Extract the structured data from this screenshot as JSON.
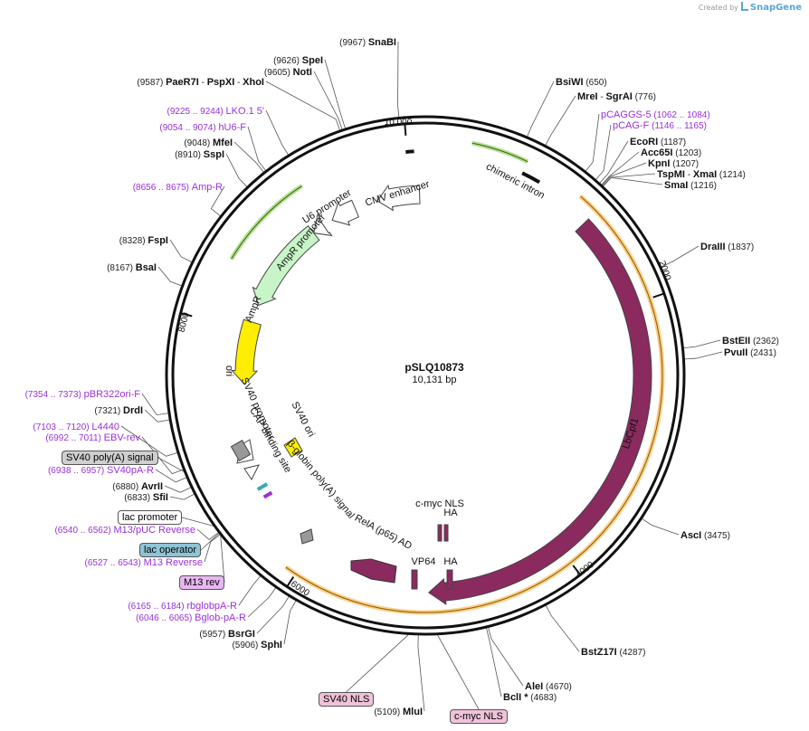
{
  "credit": {
    "created_by": "Created by",
    "brand": "SnapGene"
  },
  "plasmid": {
    "name": "pSLQ10873",
    "size": "10,131 bp",
    "total_bp": 10131
  },
  "ticks": [
    {
      "bp": 2000,
      "label": "2000"
    },
    {
      "bp": 4000,
      "label": "4000"
    },
    {
      "bp": 6000,
      "label": "6000"
    },
    {
      "bp": 8000,
      "label": "8000"
    },
    {
      "bp": 10000,
      "label": "10,000"
    }
  ],
  "right_sites": [
    {
      "parts": [
        {
          "t": "BsiWI",
          "k": "enz"
        },
        {
          "t": " (650)",
          "k": "num"
        }
      ],
      "bp": 650
    },
    {
      "parts": [
        {
          "t": "MreI",
          "k": "enz"
        },
        {
          "t": " - ",
          "k": "num"
        },
        {
          "t": "SgrAI",
          "k": "enz"
        },
        {
          "t": " (776)",
          "k": "num"
        }
      ],
      "bp": 776
    },
    {
      "parts": [
        {
          "t": "pCAGGS-5",
          "k": "primer"
        },
        {
          "t": " (1062 .. 1084)",
          "k": "pnum"
        }
      ],
      "bp": 1073
    },
    {
      "parts": [
        {
          "t": "pCAG-F",
          "k": "primer"
        },
        {
          "t": " (1146 .. 1165)",
          "k": "pnum"
        }
      ],
      "bp": 1155
    },
    {
      "parts": [
        {
          "t": "EcoRI",
          "k": "enz"
        },
        {
          "t": " (1187)",
          "k": "num"
        }
      ],
      "bp": 1187
    },
    {
      "parts": [
        {
          "t": "Acc65I",
          "k": "enz"
        },
        {
          "t": " (1203)",
          "k": "num"
        }
      ],
      "bp": 1203
    },
    {
      "parts": [
        {
          "t": "KpnI",
          "k": "enz"
        },
        {
          "t": " (1207)",
          "k": "num"
        }
      ],
      "bp": 1207
    },
    {
      "parts": [
        {
          "t": "TspMI",
          "k": "enz"
        },
        {
          "t": " - ",
          "k": "num"
        },
        {
          "t": "XmaI",
          "k": "enz"
        },
        {
          "t": " (1214)",
          "k": "num"
        }
      ],
      "bp": 1214
    },
    {
      "parts": [
        {
          "t": "SmaI",
          "k": "enz"
        },
        {
          "t": " (1216)",
          "k": "num"
        }
      ],
      "bp": 1216
    },
    {
      "parts": [
        {
          "t": "DraIII",
          "k": "enz"
        },
        {
          "t": " (1837)",
          "k": "num"
        }
      ],
      "bp": 1837
    },
    {
      "parts": [
        {
          "t": "BstEII",
          "k": "enz"
        },
        {
          "t": " (2362)",
          "k": "num"
        }
      ],
      "bp": 2362
    },
    {
      "parts": [
        {
          "t": "PvuII",
          "k": "enz"
        },
        {
          "t": " (2431)",
          "k": "num"
        }
      ],
      "bp": 2431
    },
    {
      "parts": [
        {
          "t": "AscI",
          "k": "enz"
        },
        {
          "t": " (3475)",
          "k": "num"
        }
      ],
      "bp": 3475
    },
    {
      "parts": [
        {
          "t": "BstZ17I",
          "k": "enz"
        },
        {
          "t": " (4287)",
          "k": "num"
        }
      ],
      "bp": 4287
    },
    {
      "parts": [
        {
          "t": "AleI",
          "k": "enz"
        },
        {
          "t": " (4670)",
          "k": "num"
        }
      ],
      "bp": 4670
    },
    {
      "parts": [
        {
          "t": "BclI *",
          "k": "enz"
        },
        {
          "t": " (4683)",
          "k": "num"
        }
      ],
      "bp": 4683
    }
  ],
  "left_sites": [
    {
      "parts": [
        {
          "t": "(9967) ",
          "k": "num"
        },
        {
          "t": "SnaBI",
          "k": "enz"
        }
      ],
      "bp": 9967
    },
    {
      "parts": [
        {
          "t": "(9626) ",
          "k": "num"
        },
        {
          "t": "SpeI",
          "k": "enz"
        }
      ],
      "bp": 9626
    },
    {
      "parts": [
        {
          "t": "(9605) ",
          "k": "num"
        },
        {
          "t": "NotI",
          "k": "enz"
        }
      ],
      "bp": 9605
    },
    {
      "parts": [
        {
          "t": "(9587) ",
          "k": "num"
        },
        {
          "t": "PaeR7I",
          "k": "enz"
        },
        {
          "t": " - ",
          "k": "num"
        },
        {
          "t": "PspXI",
          "k": "enz"
        },
        {
          "t": " - ",
          "k": "num"
        },
        {
          "t": "XhoI",
          "k": "enz"
        }
      ],
      "bp": 9590
    },
    {
      "parts": [
        {
          "t": "(9225 .. 9244) ",
          "k": "pnum"
        },
        {
          "t": "LKO.1 5'",
          "k": "primer"
        }
      ],
      "bp": 9235
    },
    {
      "parts": [
        {
          "t": "(9054 .. 9074) ",
          "k": "pnum"
        },
        {
          "t": "hU6-F",
          "k": "primer"
        }
      ],
      "bp": 9064
    },
    {
      "parts": [
        {
          "t": "(9048) ",
          "k": "num"
        },
        {
          "t": "MfeI",
          "k": "enz"
        }
      ],
      "bp": 9048
    },
    {
      "parts": [
        {
          "t": "(8910) ",
          "k": "num"
        },
        {
          "t": "SspI",
          "k": "enz"
        }
      ],
      "bp": 8910
    },
    {
      "parts": [
        {
          "t": "(8656 .. 8675) ",
          "k": "pnum"
        },
        {
          "t": "Amp-R",
          "k": "primer"
        }
      ],
      "bp": 8665
    },
    {
      "parts": [
        {
          "t": "(8328) ",
          "k": "num"
        },
        {
          "t": "FspI",
          "k": "enz"
        }
      ],
      "bp": 8328
    },
    {
      "parts": [
        {
          "t": "(8167) ",
          "k": "num"
        },
        {
          "t": "BsaI",
          "k": "enz"
        }
      ],
      "bp": 8167
    },
    {
      "parts": [
        {
          "t": "(7354 .. 7373) ",
          "k": "pnum"
        },
        {
          "t": "pBR322ori-F",
          "k": "primer"
        }
      ],
      "bp": 7363
    },
    {
      "parts": [
        {
          "t": "(7321) ",
          "k": "num"
        },
        {
          "t": "DrdI",
          "k": "enz"
        }
      ],
      "bp": 7321
    },
    {
      "parts": [
        {
          "t": "(7103 .. 7120) ",
          "k": "pnum"
        },
        {
          "t": "L4440",
          "k": "primer"
        }
      ],
      "bp": 7111
    },
    {
      "parts": [
        {
          "t": "(6992 .. 7011) ",
          "k": "pnum"
        },
        {
          "t": "EBV-rev",
          "k": "primer"
        }
      ],
      "bp": 7001
    },
    {
      "parts": [
        {
          "t": "SV40 poly(A) signal",
          "k": "tag"
        }
      ],
      "bp": 6985
    },
    {
      "parts": [
        {
          "t": "(6938 .. 6957) ",
          "k": "pnum"
        },
        {
          "t": "SV40pA-R",
          "k": "primer"
        }
      ],
      "bp": 6947
    },
    {
      "parts": [
        {
          "t": "(6880) ",
          "k": "num"
        },
        {
          "t": "AvrII",
          "k": "enz"
        }
      ],
      "bp": 6880
    },
    {
      "parts": [
        {
          "t": "(6833) ",
          "k": "num"
        },
        {
          "t": "SfiI",
          "k": "enz"
        }
      ],
      "bp": 6833
    },
    {
      "parts": [
        {
          "t": "lac promoter",
          "k": "tag"
        }
      ],
      "bp": 6600
    },
    {
      "parts": [
        {
          "t": "(6540 .. 6562) ",
          "k": "pnum"
        },
        {
          "t": "M13/pUC Reverse",
          "k": "primer"
        }
      ],
      "bp": 6551
    },
    {
      "parts": [
        {
          "t": "lac operator",
          "k": "tag"
        }
      ],
      "bp": 6545
    },
    {
      "parts": [
        {
          "t": "(6527 .. 6543) ",
          "k": "pnum"
        },
        {
          "t": "M13 Reverse",
          "k": "primer"
        }
      ],
      "bp": 6535
    },
    {
      "parts": [
        {
          "t": "M13 rev",
          "k": "tag"
        }
      ],
      "bp": 6530
    },
    {
      "parts": [
        {
          "t": "(6165 .. 6184) ",
          "k": "pnum"
        },
        {
          "t": "rbglobpA-R",
          "k": "primer"
        }
      ],
      "bp": 6175
    },
    {
      "parts": [
        {
          "t": "(6046 .. 6065) ",
          "k": "pnum"
        },
        {
          "t": "Bglob-pA-R",
          "k": "primer"
        }
      ],
      "bp": 6055
    },
    {
      "parts": [
        {
          "t": "(5957) ",
          "k": "num"
        },
        {
          "t": "BsrGI",
          "k": "enz"
        }
      ],
      "bp": 5957
    },
    {
      "parts": [
        {
          "t": "(5906) ",
          "k": "num"
        },
        {
          "t": "SphI",
          "k": "enz"
        }
      ],
      "bp": 5906
    },
    {
      "parts": [
        {
          "t": "(5109) ",
          "k": "num"
        },
        {
          "t": "MluI",
          "k": "enz"
        }
      ],
      "bp": 5109
    }
  ],
  "bottom_tags": [
    {
      "text": "SV40 NLS",
      "bp": 5170
    },
    {
      "text": "c-myc NLS",
      "bp": 4990
    }
  ],
  "features": [
    {
      "name": "chimeric intron",
      "start": 40,
      "end": 930,
      "color": "#ffffff",
      "ring": 1
    },
    {
      "name": "LbCpf1",
      "start": 1300,
      "end": 5040,
      "color": "#8b2a5e",
      "ring": 1
    },
    {
      "name": "CMV enhancer",
      "start": 9700,
      "end": 10080,
      "color": "#ffffff",
      "ring": 2
    },
    {
      "name": "U6 promoter",
      "start": 9260,
      "end": 9490,
      "color": "#ffffff",
      "ring": 2
    },
    {
      "name": "AmpR promoter",
      "start": 9060,
      "end": 9170,
      "color": "#ffffff",
      "ring": 2
    },
    {
      "name": "AmpR",
      "start": 8240,
      "end": 9060,
      "color": "#c8f5c8",
      "ring": 2
    },
    {
      "name": "ori",
      "start": 7520,
      "end": 8080,
      "color": "#ffee00",
      "ring": 2
    },
    {
      "name": "RelA (p65) AD",
      "start": 5370,
      "end": 5600,
      "color": "#8b2a5e",
      "ring": 3
    }
  ],
  "small_labels": [
    {
      "text": "SV40 ori",
      "color": "#ffee00"
    },
    {
      "text": "SV40 promoter",
      "color": "#ffffff"
    },
    {
      "text": "CAP binding site",
      "color": "#ffffff"
    },
    {
      "text": "β-globin poly(A) signal",
      "color": "#999999"
    },
    {
      "text": "c-myc NLS",
      "color": "#8b2a5e"
    },
    {
      "text": "HA",
      "color": "#8b2a5e"
    },
    {
      "text": "VP64",
      "color": "#8b2a5e"
    },
    {
      "text": "HA",
      "color": "#8b2a5e"
    }
  ],
  "colors": {
    "enzyme": "#111111",
    "primer": "#9b30d9",
    "feature_dark": "#8b2a5e",
    "orange_primer": "#f5a623",
    "green_primer": "#7dc142",
    "ori": "#ffee00",
    "ampr": "#c8f5c8",
    "tag_gray": "#cfcfcf",
    "tag_blue": "#8ec5d6",
    "tag_pink": "#f0c2da",
    "tag_white": "#ffffff"
  }
}
